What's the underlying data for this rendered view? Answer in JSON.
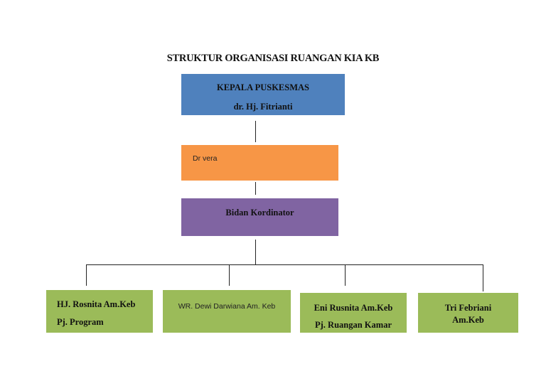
{
  "title": "STRUKTUR ORGANISASI RUANGAN KIA KB",
  "colors": {
    "head": "#4f81bd",
    "deputy": "#f79646",
    "coordinator": "#8064a2",
    "staff": "#9bbb59"
  },
  "head": {
    "role": "KEPALA PUSKESMAS",
    "name": "dr. Hj. Fitrianti"
  },
  "deputy": {
    "name": "Dr vera"
  },
  "coordinator": {
    "role": "Bidan Kordinator"
  },
  "staff": [
    {
      "name": "HJ. Rosnita Am.Keb",
      "role": "Pj. Program"
    },
    {
      "name": "WR. Dewi Darwiana Am. Keb"
    },
    {
      "name": "Eni Rusnita Am.Keb",
      "role": "Pj. Ruangan Kamar"
    },
    {
      "name": "Tri Febriani Am.Keb"
    }
  ]
}
